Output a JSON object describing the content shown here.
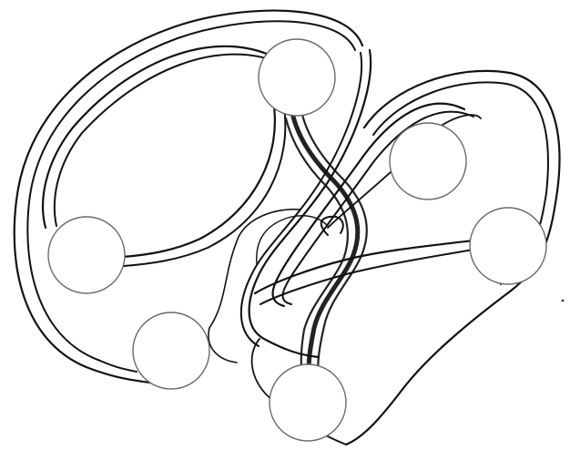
{
  "figure": {
    "description_free": true,
    "nodes": [
      {
        "id": "top"
      },
      {
        "id": "left"
      },
      {
        "id": "bottom-left"
      },
      {
        "id": "right-upper"
      },
      {
        "id": "right"
      },
      {
        "id": "bottom"
      }
    ],
    "colors": {
      "background": "#ffffff",
      "ink": "#111111",
      "node_fill": "#ffffff",
      "node_stroke": "#6a6a6a",
      "dense_ink": "#222222"
    }
  }
}
